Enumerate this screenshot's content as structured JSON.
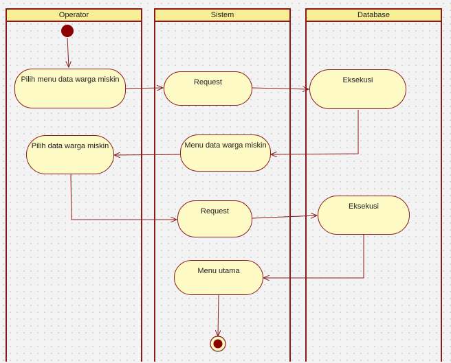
{
  "diagram": {
    "lanes": [
      "Operator",
      "Sistem",
      "Database"
    ],
    "nodes": {
      "pilih_menu": "Pilih menu data warga miskin",
      "request1": "Request",
      "eksekusi1": "Eksekusi",
      "menu_data": "Menu data warga miskin",
      "pilih_data": "Pilih data warga miskin",
      "request2": "Request",
      "eksekusi2": "Eksekusi",
      "menu_utama": "Menu utama"
    }
  },
  "colors": {
    "border": "#8b1a1a",
    "fill": "#fdfac6",
    "header": "#f7ee96",
    "start": "#8b0000"
  }
}
